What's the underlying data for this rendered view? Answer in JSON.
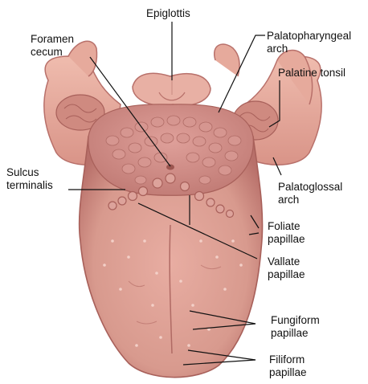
{
  "labels": {
    "epiglottis": "Epiglottis",
    "foramen_cecum": [
      "Foramen",
      "cecum"
    ],
    "palatopharyngeal_arch": [
      "Palatopharyngeal",
      "arch"
    ],
    "palatine_tonsil": "Palatine tonsil",
    "sulcus_terminalis": [
      "Sulcus",
      "terminalis"
    ],
    "palatoglossal_arch": [
      "Palatoglossal",
      "arch"
    ],
    "foliate_papillae": [
      "Foliate",
      "papillae"
    ],
    "vallate_papillae": [
      "Vallate",
      "papillae"
    ],
    "fungiform_papillae": [
      "Fungiform",
      "papillae"
    ],
    "filiform_papillae": [
      "Filiform",
      "papillae"
    ]
  },
  "colors": {
    "tongue_body": "#d89a8e",
    "tongue_edge": "#b8706a",
    "root_bumps": "#d08e88",
    "arch": "#e2a396",
    "tonsil": "#cf8a80",
    "label_text": "#111111"
  }
}
